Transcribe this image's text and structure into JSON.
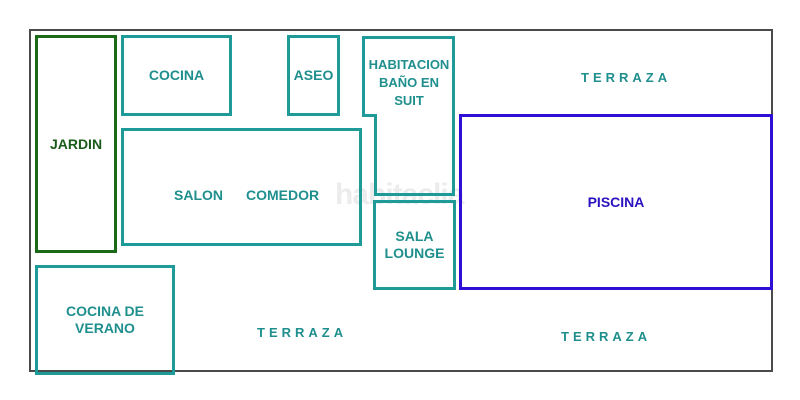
{
  "plan": {
    "rooms": {
      "jardin": "JARDIN",
      "cocina": "COCINA",
      "aseo": "ASEO",
      "habitacion": "HABITACION\nBAÑO EN\nSUIT",
      "salon": "SALON",
      "comedor": "COMEDOR",
      "sala_lounge": "SALA\nLOUNGE",
      "piscina": "PISCINA",
      "cocina_verano": "COCINA DE\nVERANO"
    },
    "terraza_top": "TERRAZA",
    "terraza_bottom_left": "TERRAZA",
    "terraza_bottom_right": "TERRAZA",
    "watermark": "habitaclia"
  },
  "colors": {
    "teal": "#1e9a98",
    "green": "#1a6a1a",
    "blue": "#2d0fd6",
    "outline": "#4a4a4a"
  }
}
